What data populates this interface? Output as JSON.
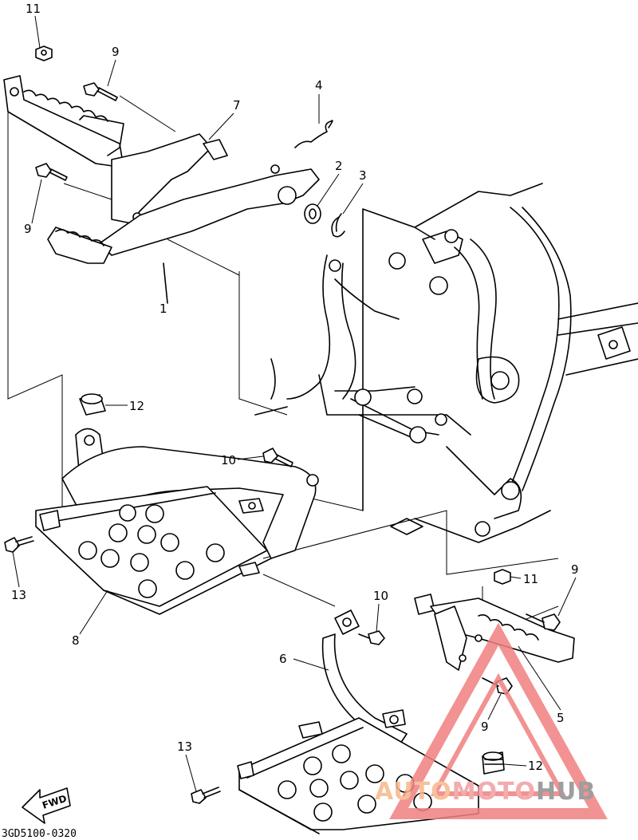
{
  "diagram": {
    "part_numbers": {
      "p1": "1",
      "p2": "2",
      "p3": "3",
      "p4": "4",
      "p5": "5",
      "p6": "6",
      "p7": "7",
      "p8": "8",
      "p9": "9",
      "p10": "10",
      "p11": "11",
      "p12": "12",
      "p13": "13"
    },
    "fwd_label": "FWD",
    "diagram_code": "3GD5100-0320"
  },
  "watermark": {
    "part1": "AUTO",
    "part2": "MOTO",
    "part3": "HUB",
    "colors": [
      "#f6b88a",
      "#f09ea0",
      "#8e8e8e"
    ]
  }
}
